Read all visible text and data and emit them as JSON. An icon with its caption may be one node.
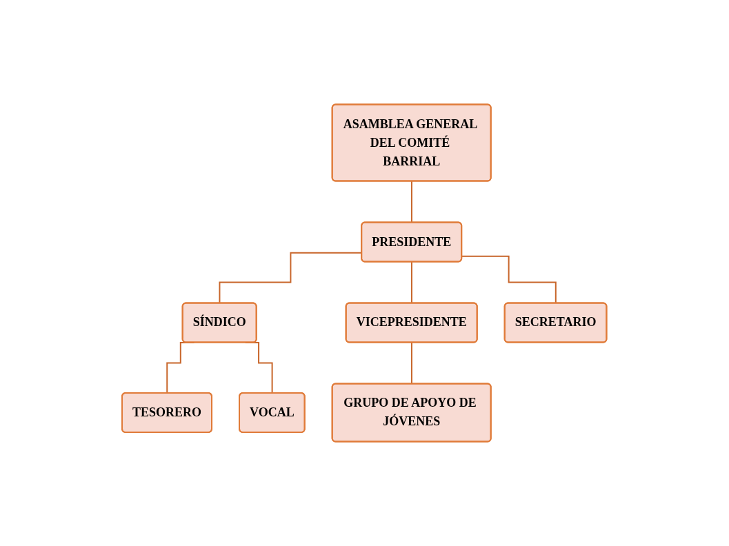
{
  "diagram": {
    "nodes": [
      {
        "text": [
          "ASAMBLEA GENERAL DEL COMITÉ BARRIAL"
        ]
      },
      {
        "text": [
          "PRESIDENTE"
        ]
      },
      {
        "text": [
          "SÍNDICO"
        ]
      },
      {
        "text": [
          "VICEPRESIDENTE"
        ]
      },
      {
        "text": [
          "SECRETARIO"
        ]
      },
      {
        "text": [
          "TESORERO"
        ]
      },
      {
        "text": [
          "VOCAL"
        ]
      },
      {
        "text": [
          "GRUPO DE APOYO DE JÓVENES"
        ]
      }
    ],
    "edges": [
      {
        "from": 0,
        "to": 1,
        "arrow": "none"
      },
      {
        "from": 1,
        "to": 2,
        "arrow": "none"
      },
      {
        "from": 1,
        "to": 3,
        "arrow": "none"
      },
      {
        "from": 1,
        "to": 4,
        "arrow": "none"
      },
      {
        "from": 2,
        "to": 5,
        "arrow": "none"
      },
      {
        "from": 2,
        "to": 6,
        "arrow": "none"
      },
      {
        "from": 3,
        "to": 7,
        "arrow": "none"
      }
    ]
  }
}
